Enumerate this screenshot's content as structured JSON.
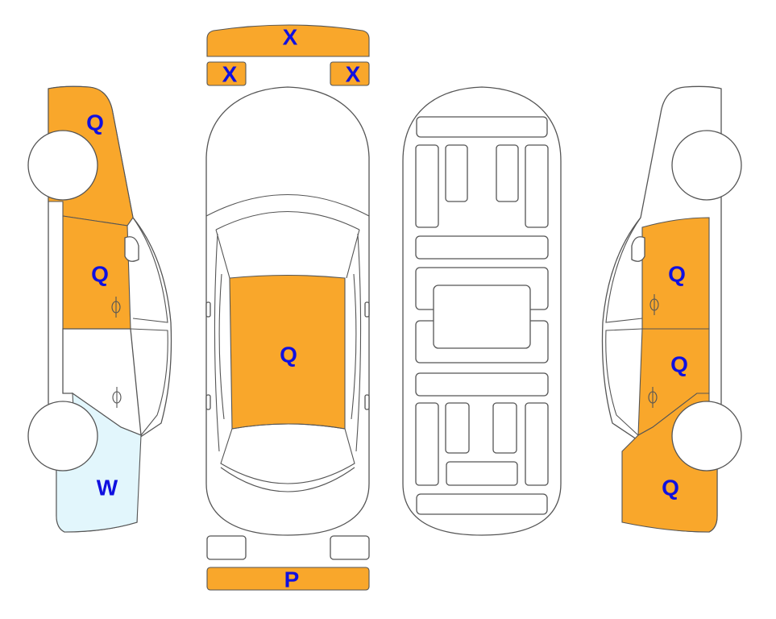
{
  "colors": {
    "Q": "#F9A72B",
    "X": "#F9A72B",
    "P": "#F9A72B",
    "W": "#E2F6FC",
    "label": "#1010E0",
    "outline": "#555555"
  },
  "front_view": {
    "bumper_label": "X",
    "left_light_label": "X",
    "right_light_label": "X"
  },
  "rear_view": {
    "bumper_label": "P"
  },
  "top_view": {
    "roof_label": "Q"
  },
  "left_side": {
    "front_fender_label": "Q",
    "front_door_label": "Q",
    "rear_quarter_label": "W"
  },
  "right_side": {
    "front_door_label": "Q",
    "rear_door_label": "Q",
    "rear_quarter_label": "Q"
  }
}
